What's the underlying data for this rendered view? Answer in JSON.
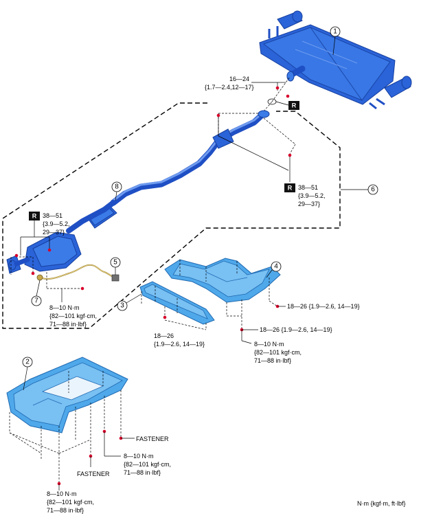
{
  "callouts": {
    "c1": "1",
    "c2": "2",
    "c3": "3",
    "c4": "4",
    "c5": "5",
    "c6": "6",
    "c7": "7",
    "c8": "8"
  },
  "torques": {
    "t_top": [
      "16—24",
      "{1.7—2.4,12—17}"
    ],
    "t_mid": [
      "38—51",
      "{3.9—5.2,",
      "29—37}"
    ],
    "t_left": [
      "38—51",
      "{3.9—5.2,",
      "29—37}"
    ],
    "t_sensor": [
      "8—10 N·m",
      "{82—101 kgf·cm,",
      "71—88 in·lbf}"
    ],
    "t_4a": "18—26 {1.9—2.6, 14—19}",
    "t_4b": "18—26 {1.9—2.6, 14—19}",
    "t_3": [
      "18—26",
      "{1.9—2.6, 14—19}"
    ],
    "t_4c": [
      "8—10 N·m",
      "{82—101 kgf·cm,",
      "71—88 in·lbf}"
    ],
    "t_2a": [
      "8—10 N·m",
      "{82—101 kgf·cm,",
      "71—88 in·lbf}"
    ],
    "t_2b": [
      "8—10 N·m",
      "{82—101 kgf·cm,",
      "71—88 in·lbf}"
    ]
  },
  "fastener_labels": {
    "f1": "FASTENER",
    "f2": "FASTENER"
  },
  "r_tag": "R",
  "units_note": "N·m {kgf·m, ft·lbf}",
  "colors": {
    "exhaust_blue": "#2b63d8",
    "undercover_blue": "#4fa8ea",
    "point_red": "#d8002a"
  }
}
